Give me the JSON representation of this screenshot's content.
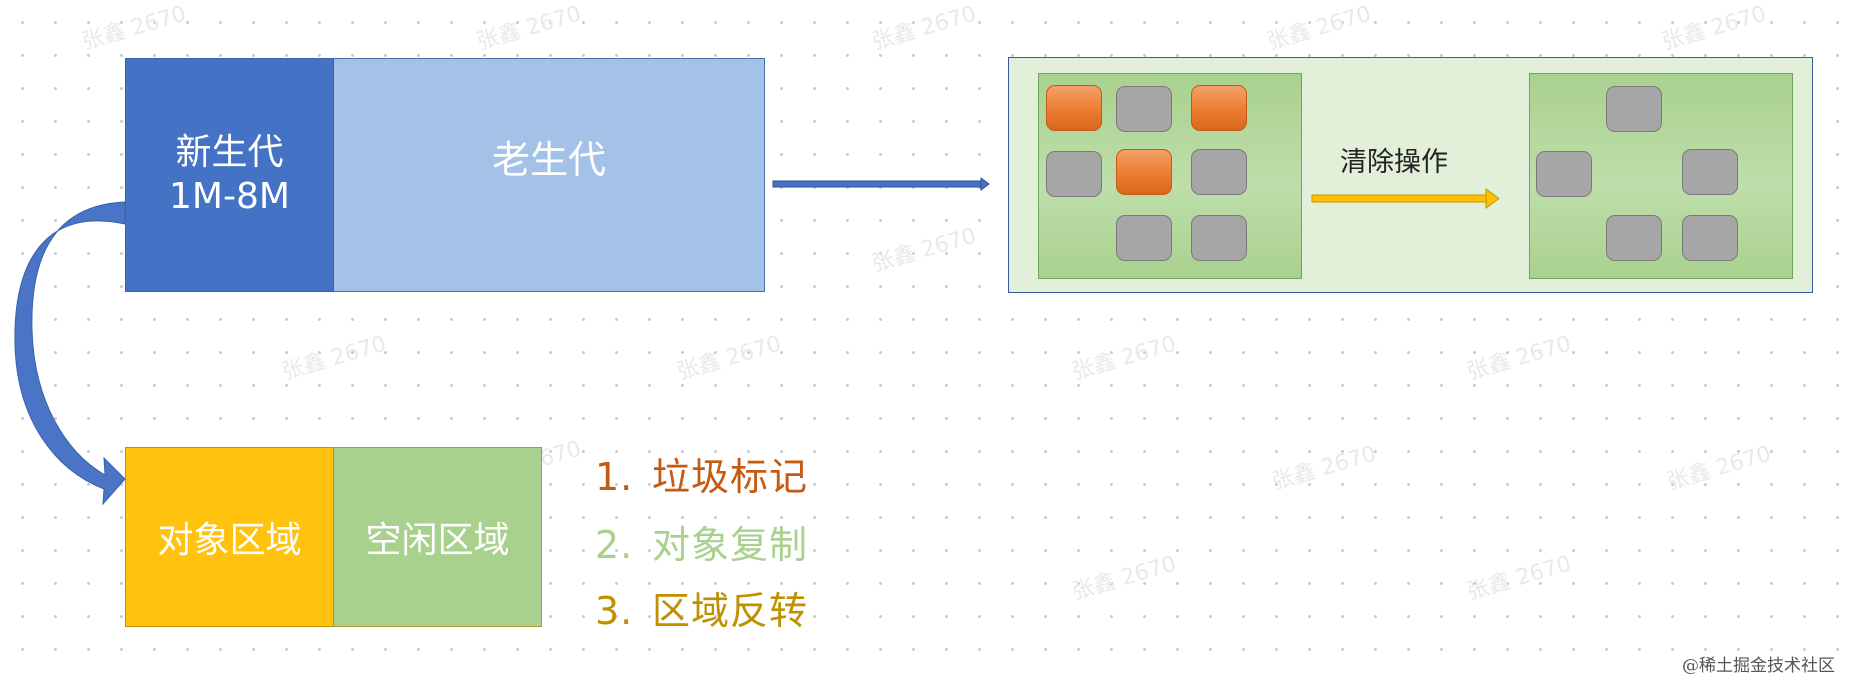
{
  "young_gen": {
    "title": "新生代",
    "size": "1M-8M"
  },
  "old_gen": {
    "title": "老生代"
  },
  "object_area": "对象区域",
  "free_area": "空闲区域",
  "clear_label": "清除操作",
  "steps": [
    {
      "num": "1.",
      "text": "垃圾标记"
    },
    {
      "num": "2.",
      "text": "对象复制"
    },
    {
      "num": "3.",
      "text": "区域反转"
    }
  ],
  "watermark": "张鑫 2670",
  "credit": "@稀土掘金技术社区",
  "colors": {
    "young": "#4472c4",
    "old": "#a4c2e8",
    "object_area": "#ffc20e",
    "free_area": "#a9d18e",
    "garbage": "#ed7d31",
    "live": "#a6a6a6",
    "arrow": "#ffc000"
  }
}
